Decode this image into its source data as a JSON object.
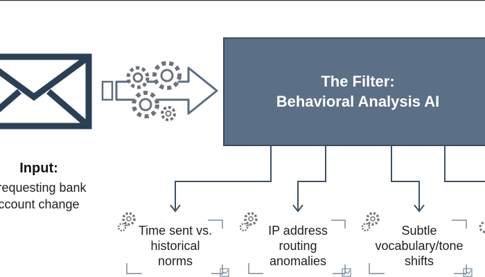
{
  "input": {
    "title": "Input:",
    "description_line1": "l requesting bank",
    "description_line2": "ccount change"
  },
  "filter": {
    "title_line1": "The Filter:",
    "title_line2": "Behavioral Analysis AI"
  },
  "signals": [
    {
      "line1": "Time sent vs.",
      "line2": "historical",
      "line3": "norms"
    },
    {
      "line1": "IP address",
      "line2": "routing",
      "line3": "anomalies"
    },
    {
      "line1": "Subtle",
      "line2": "vocabulary/tone",
      "line3": "shifts"
    }
  ],
  "colors": {
    "envelope": "#2b3f55",
    "filter_fill": "#5b6f86",
    "connector": "#3d4f63",
    "gear": "#6e7277",
    "arrow": "#5a6c80"
  },
  "icons": [
    "envelope-icon",
    "gear-icon",
    "arrow-right-icon",
    "chart-icon"
  ]
}
